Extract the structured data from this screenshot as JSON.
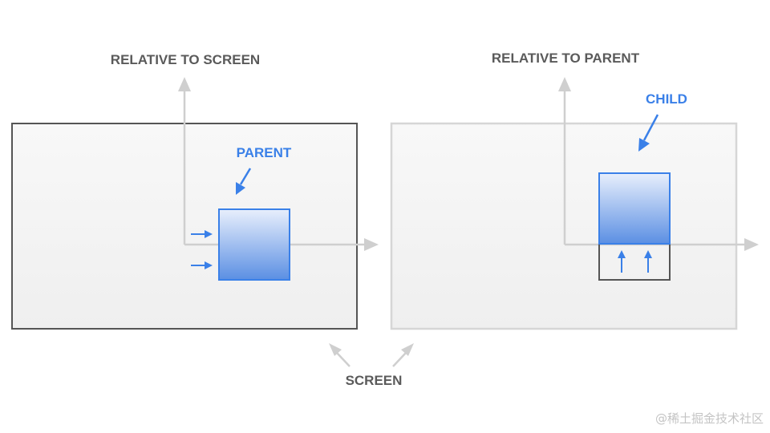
{
  "labels": {
    "relative_to_screen": "RELATIVE TO SCREEN",
    "relative_to_parent": "RELATIVE TO PARENT",
    "parent": "PARENT",
    "child": "CHILD",
    "screen": "SCREEN"
  },
  "colors": {
    "accent": "#3a80e8",
    "dark_label": "#5a5a5a",
    "axis": "#cfcfcf",
    "frame_dark": "#555555",
    "frame_light": "#d6d6d6"
  },
  "watermark": "@稀土掘金技术社区"
}
